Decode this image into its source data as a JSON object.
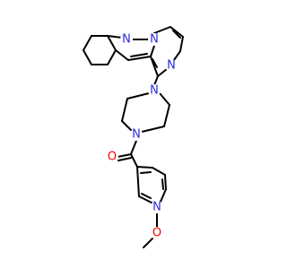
{
  "diagram": {
    "type": "chemical-structure",
    "colors": {
      "bond": "#000000",
      "nitrogen": "#2a2ae0",
      "oxygen": "#ff0000",
      "background": "#ffffff"
    },
    "atoms": {
      "n_pyrazole": "N",
      "n_bridge": "N",
      "n_pyrazine": "N",
      "n_piperazine_top": "N",
      "n_piperazine_bottom": "N",
      "o_carbonyl": "O",
      "n_pyridine": "N",
      "o_methoxy": "O"
    }
  }
}
